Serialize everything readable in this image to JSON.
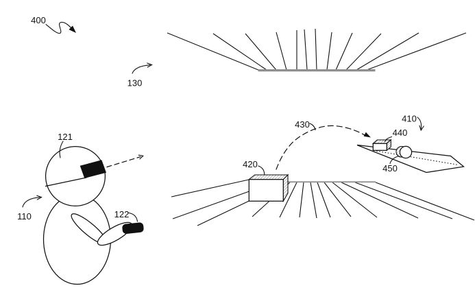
{
  "figure": {
    "background": "#ffffff",
    "line_color": "#111111",
    "baseline_color": "#8f8f8f",
    "labels": {
      "figure_ref": "400",
      "ceiling_ref": "130",
      "user_ref": "110",
      "headset_ref": "121",
      "controller_ref": "122",
      "box_ref": "420",
      "trajectory_ref": "430",
      "ramp_ref": "410",
      "block_ref": "440",
      "ball_ref": "450"
    }
  }
}
